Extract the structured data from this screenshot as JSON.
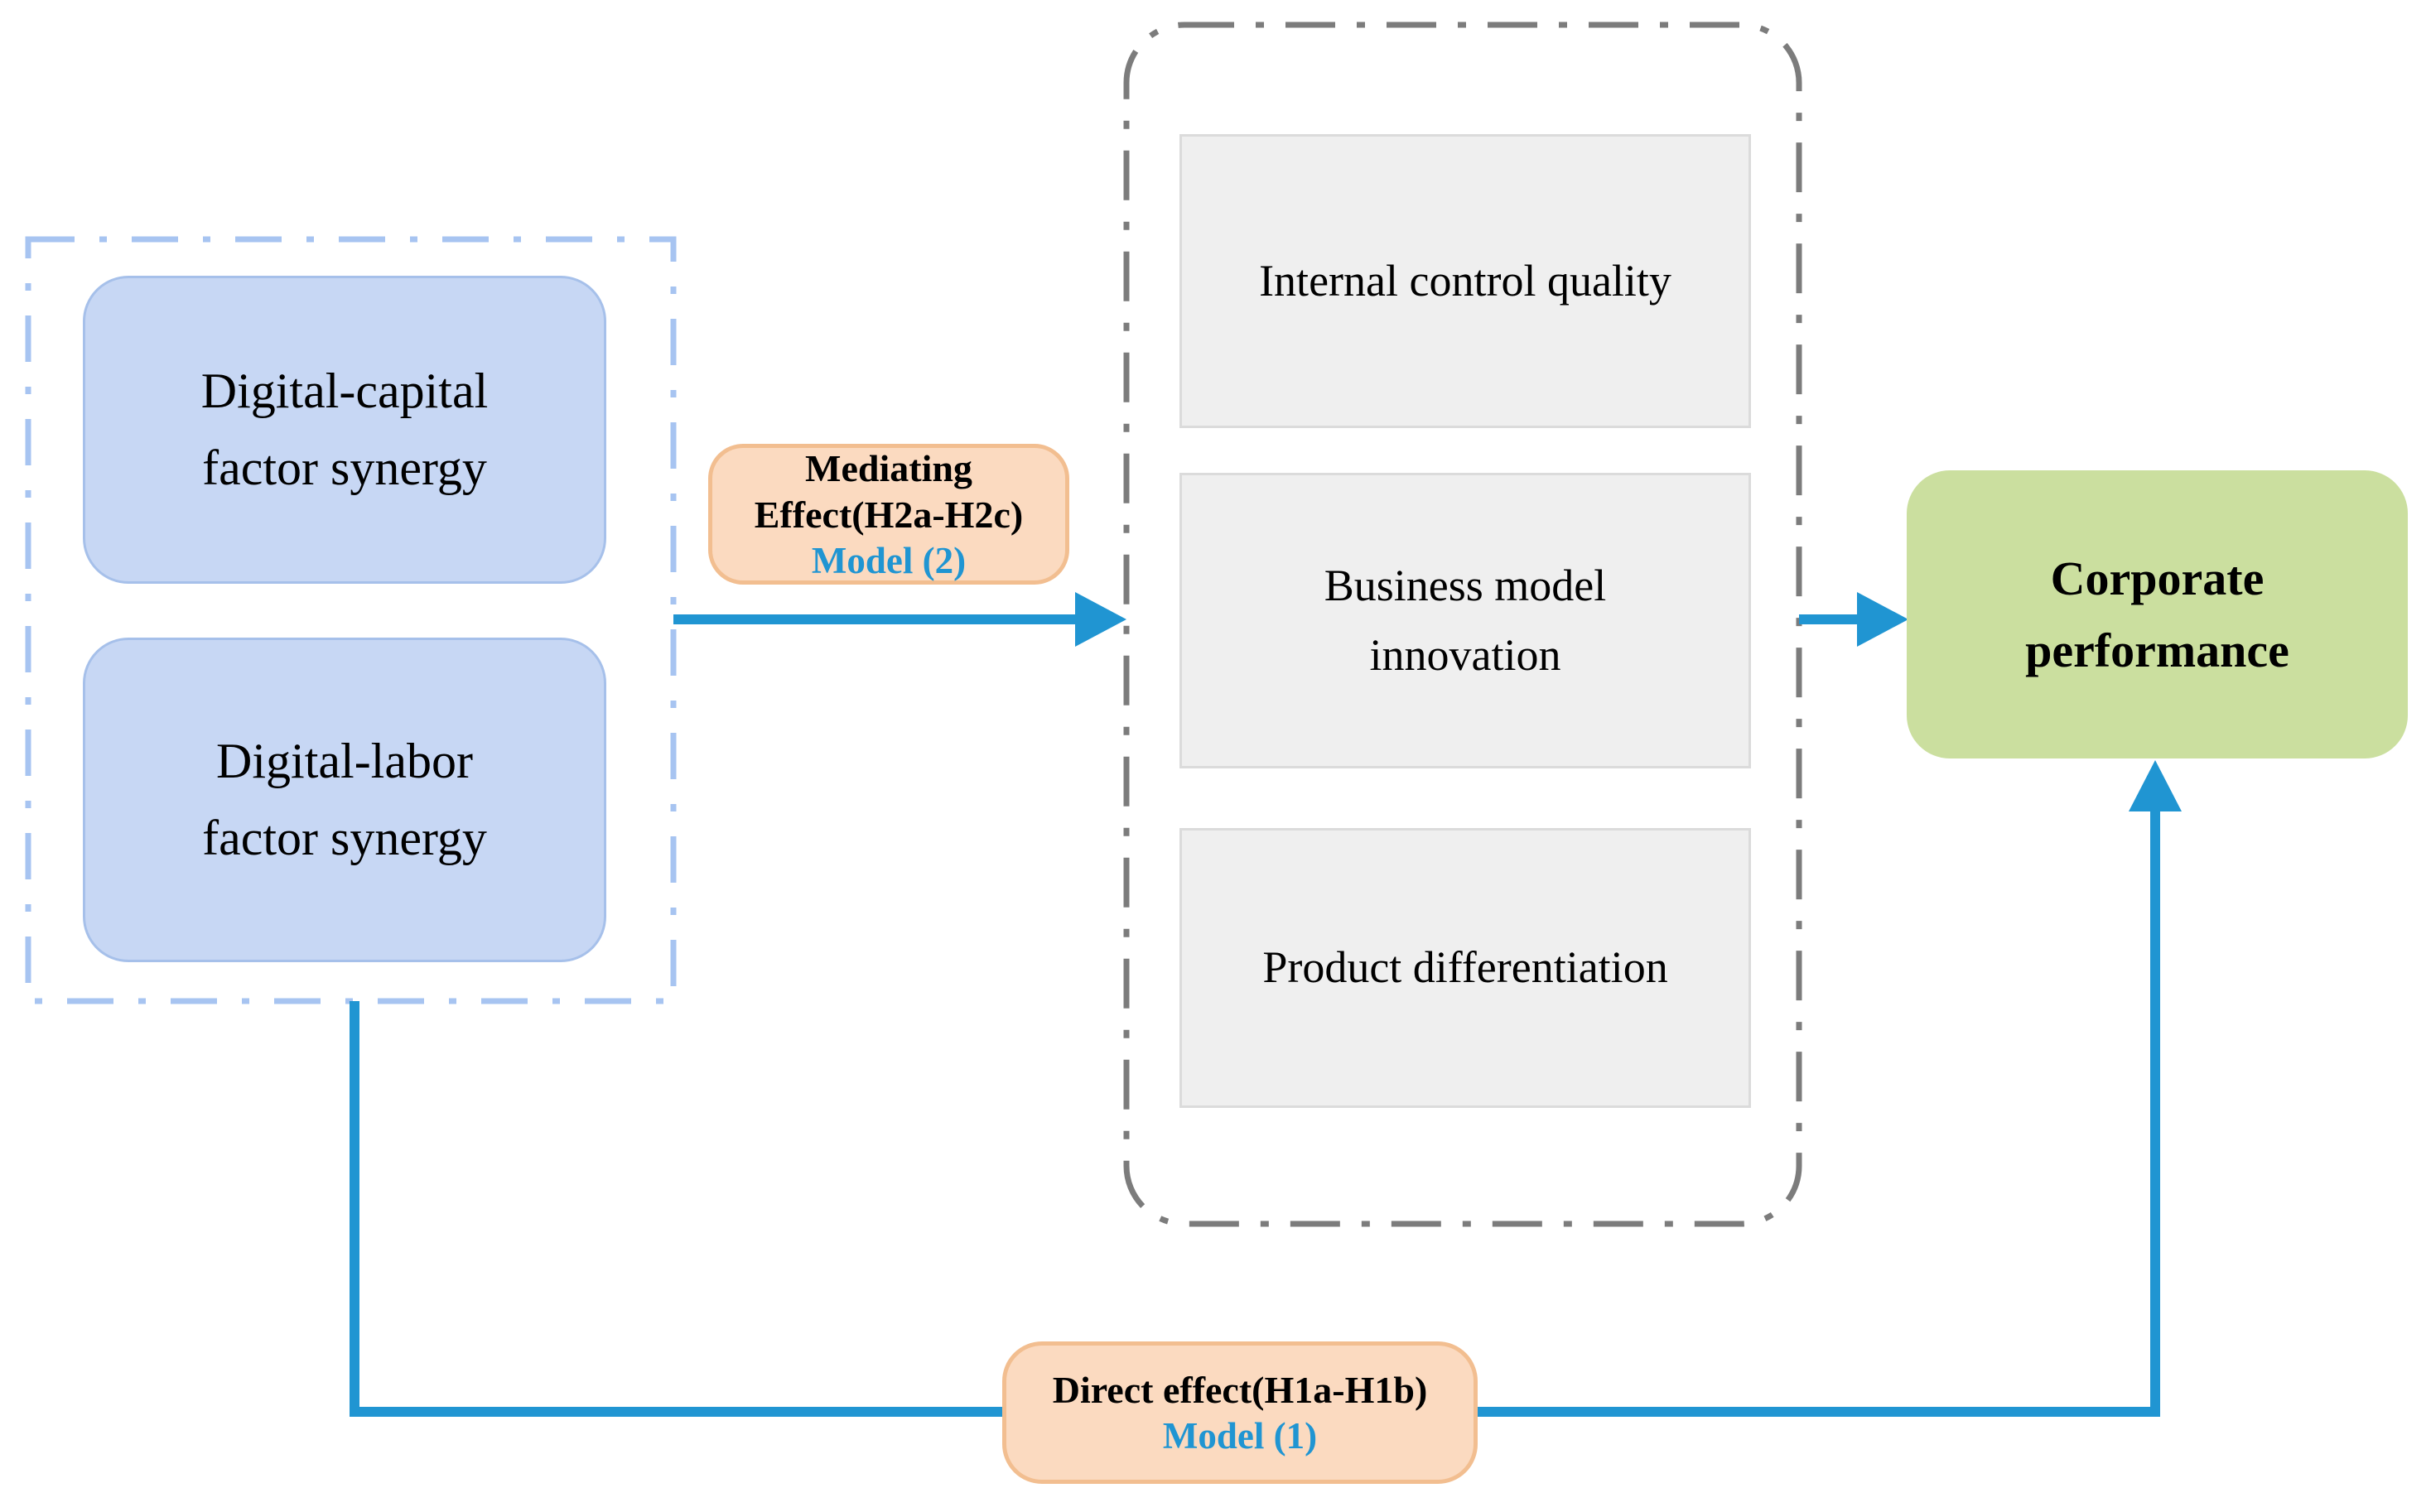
{
  "predictors": {
    "items": [
      {
        "line1": "Digital-capital",
        "line2": "factor synergy"
      },
      {
        "line1": "Digital-labor",
        "line2": "factor synergy"
      }
    ]
  },
  "mediators": {
    "items": [
      {
        "text": "Internal control quality"
      },
      {
        "line1": "Business model",
        "line2": "innovation"
      },
      {
        "text": "Product differentiation"
      }
    ]
  },
  "outcome": {
    "line1": "Corporate",
    "line2": "performance"
  },
  "mediating_label": {
    "title_line1": "Mediating",
    "title_line2": "Effect(H2a-H2c)",
    "model": "Model (2)"
  },
  "direct_label": {
    "title": "Direct effect(H1a-H1b)",
    "model": "Model (1)"
  },
  "colors": {
    "accent_blue": "#2095D2",
    "arrow_blue": "#2095D2",
    "predictor_fill": "#C7D7F4",
    "predictor_border": "#A6C0EA",
    "group_blue_dash": "#A7C4F1",
    "group_gray_dash": "#7C7C7C",
    "mediator_fill": "#EFEFEF",
    "mediator_border": "#DBDBDB",
    "label_fill": "#FBDAC0",
    "label_border": "#F2BE90",
    "outcome_fill": "#CBDF9F",
    "ink": "#000000"
  }
}
